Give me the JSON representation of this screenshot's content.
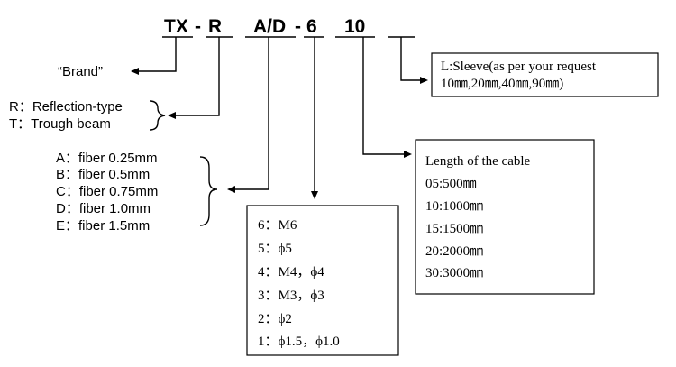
{
  "code": {
    "tx": "TX",
    "dash1": "-",
    "r": "R",
    "ad": "A/D",
    "dash2": "-",
    "six": "6",
    "ten": "10",
    "blank": ""
  },
  "brand_label": "“Brand”",
  "type_options": [
    "R：Reflection-type",
    "T：Trough beam"
  ],
  "fiber_options": [
    "A：fiber 0.25mm",
    "B：fiber 0.5mm",
    "C：fiber 0.75mm",
    "D：fiber 1.0mm",
    "E：fiber 1.5mm"
  ],
  "thread_options": [
    "6：M6",
    "5：ϕ5",
    "4：M4，ϕ4",
    "3：M3，ϕ3",
    "2：ϕ2",
    "1：ϕ1.5，ϕ1.0"
  ],
  "cable_box": {
    "title": "Length of the cable",
    "items": [
      "05:500㎜",
      "10:1000㎜",
      "15:1500㎜",
      "20:2000㎜",
      "30:3000㎜"
    ]
  },
  "sleeve_box": {
    "line1": "L:Sleeve(as per your request",
    "line2": "10㎜,20㎜,40㎜,90㎜)"
  }
}
